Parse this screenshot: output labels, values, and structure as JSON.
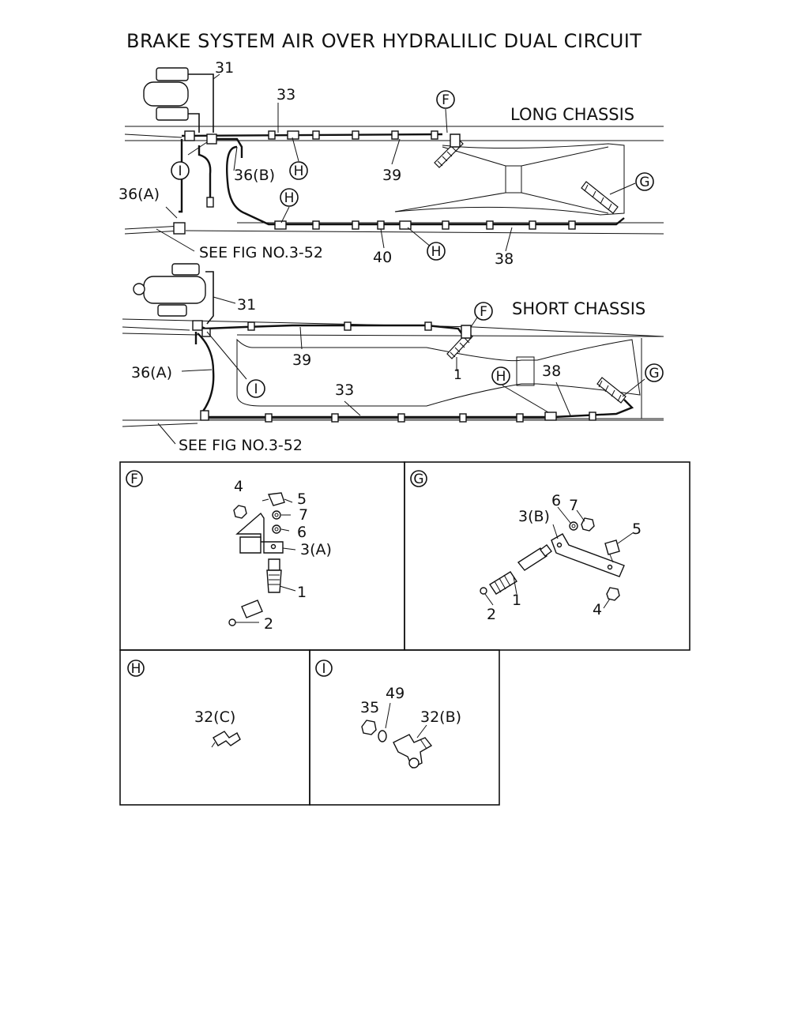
{
  "title": "BRAKE SYSTEM AIR OVER HYDRALILIC DUAL CIRCUIT",
  "long": {
    "heading": "LONG CHASSIS",
    "labels": [
      "31",
      "33",
      "39",
      "36(B)",
      "36(A)",
      "40",
      "38"
    ],
    "see_fig": "SEE FIG NO.3-52",
    "callouts": [
      "F",
      "I",
      "H",
      "G",
      "H",
      "H"
    ]
  },
  "short": {
    "heading": "SHORT CHASSIS",
    "labels": [
      "31",
      "39",
      "36(A)",
      "33",
      "38",
      "1"
    ],
    "see_fig": "SEE FIG NO.3-52",
    "callouts": [
      "F",
      "I",
      "H",
      "G"
    ]
  },
  "detail_f": {
    "letter": "F",
    "labels": [
      "4",
      "5",
      "7",
      "6",
      "3(A)",
      "1",
      "2"
    ]
  },
  "detail_g": {
    "letter": "G",
    "labels": [
      "6",
      "7",
      "3(B)",
      "5",
      "1",
      "2",
      "4"
    ]
  },
  "detail_h": {
    "letter": "H",
    "labels": [
      "32(C)"
    ]
  },
  "detail_i": {
    "letter": "I",
    "labels": [
      "49",
      "35",
      "32(B)"
    ]
  }
}
